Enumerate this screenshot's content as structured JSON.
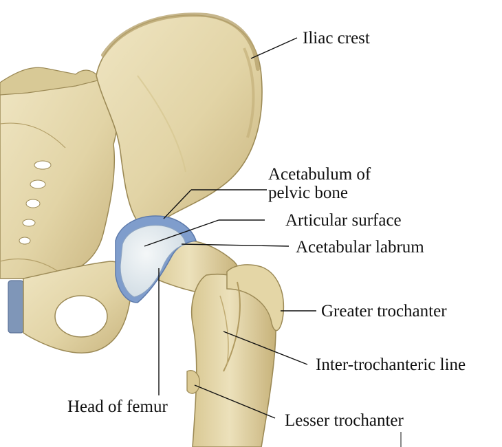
{
  "labels": {
    "iliac_crest": "Iliac crest",
    "acetabulum_line1": "Acetabulum of",
    "acetabulum_line2": "pelvic bone",
    "articular_surface": "Articular surface",
    "acetabular_labrum": "Acetabular labrum",
    "greater_trochanter": "Greater trochanter",
    "intertrochanteric_line": "Inter-trochanteric line",
    "head_of_femur": "Head of femur",
    "lesser_trochanter": "Lesser trochanter"
  },
  "colors": {
    "bone_fill": "#e3d7ab",
    "bone_shadow": "#c5b27c",
    "bone_outline": "#9c8a56",
    "cartilage_fill": "#dfe7ee",
    "labrum": "#6f8fc4",
    "disc": "#7f96b8",
    "leader_line": "#111111"
  }
}
